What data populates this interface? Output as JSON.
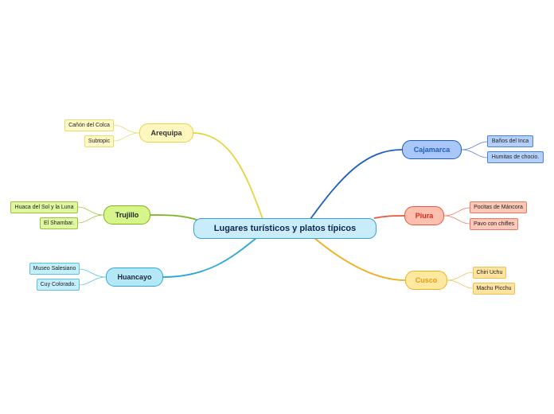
{
  "map": {
    "central": "Lugares turísticos y platos típicos",
    "branches": [
      {
        "label": "Arequipa",
        "color": "#e5d43b",
        "subtopics": [
          "Cañón del Colca",
          "Subtopic"
        ]
      },
      {
        "label": "Trujillo",
        "color": "#7fb31c",
        "subtopics": [
          "Huaca del Sol y la Luna",
          "El Shambar."
        ]
      },
      {
        "label": "Huancayo",
        "color": "#2aa8d8",
        "subtopics": [
          "Museo Salesiano",
          "Cuy Colorado."
        ]
      },
      {
        "label": "Cajamarca",
        "color": "#1f5ec0",
        "subtopics": [
          "Baños del Inca",
          "Humitas de chocio."
        ]
      },
      {
        "label": "Piura",
        "color": "#e8553a",
        "subtopics": [
          "Pocitas de Máncora",
          "Pavo con chifles"
        ]
      },
      {
        "label": "Cusco",
        "color": "#f0b020",
        "subtopics": [
          "Chiri Uchu",
          "Machu Picchu"
        ]
      }
    ]
  }
}
